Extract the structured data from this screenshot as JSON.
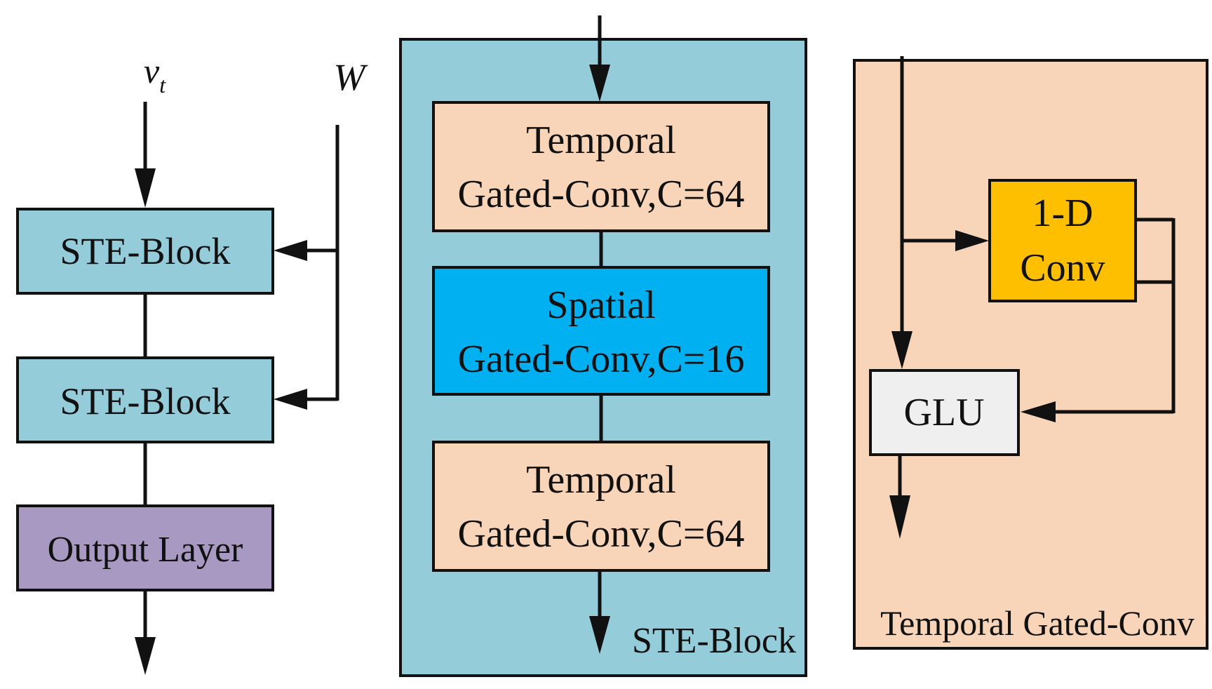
{
  "inputs": {
    "v_symbol": "v",
    "v_subscript": "t",
    "w_symbol": "W"
  },
  "left_column": {
    "block1": "STE-Block",
    "block2": "STE-Block",
    "output": "Output Layer"
  },
  "ste_block": {
    "temporal1_line1": "Temporal",
    "temporal1_line2": "Gated-Conv,C=64",
    "spatial_line1": "Spatial",
    "spatial_line2": "Gated-Conv,C=16",
    "temporal2_line1": "Temporal",
    "temporal2_line2": "Gated-Conv,C=64",
    "caption": "STE-Block"
  },
  "temporal_gated_conv": {
    "conv_line1": "1-D",
    "conv_line2": "Conv",
    "glu": "GLU",
    "caption": "Temporal Gated-Conv"
  },
  "colors": {
    "block_teal": "#95ccda",
    "panel_teal": "#95ccda",
    "temporal_peach": "#f8d5b9",
    "spatial_blue": "#00b0f0",
    "output_purple": "#a899c2",
    "conv_amber": "#fdbf00",
    "glu_gray": "#efefef",
    "panel_peach": "#f8d5b9"
  }
}
